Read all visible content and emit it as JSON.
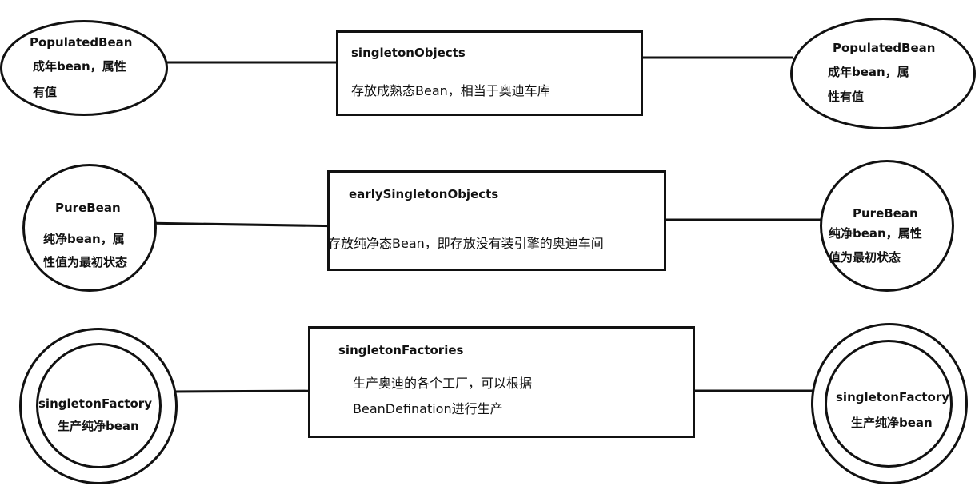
{
  "caches": [
    {
      "title": "singletonObjects",
      "desc": [
        "存放成熟态Bean，相当于奥迪车库"
      ]
    },
    {
      "title": "earlySingletonObjects",
      "desc": [
        "存放纯净态Bean，即存放没有装引擎的奥迪车间"
      ]
    },
    {
      "title": "singletonFactories",
      "desc": [
        "生产奥迪的各个工厂，可以根据",
        "BeanDefination进行生产"
      ]
    }
  ],
  "nodes": {
    "populated_left": [
      "PopulatedBean",
      "成年bean，属性",
      "有值"
    ],
    "populated_right": [
      "PopulatedBean",
      "成年bean，属",
      "性有值"
    ],
    "pure_left": [
      "PureBean",
      "纯净bean，属",
      "性值为最初状态"
    ],
    "pure_right": [
      "PureBean",
      "纯净bean，属性",
      "值为最初状态"
    ],
    "factory_left": [
      "singletonFactory",
      "生产纯净bean"
    ],
    "factory_right": [
      "singletonFactory",
      "生产纯净bean"
    ]
  },
  "colors": {
    "stroke": "#111111",
    "background": "#ffffff"
  }
}
